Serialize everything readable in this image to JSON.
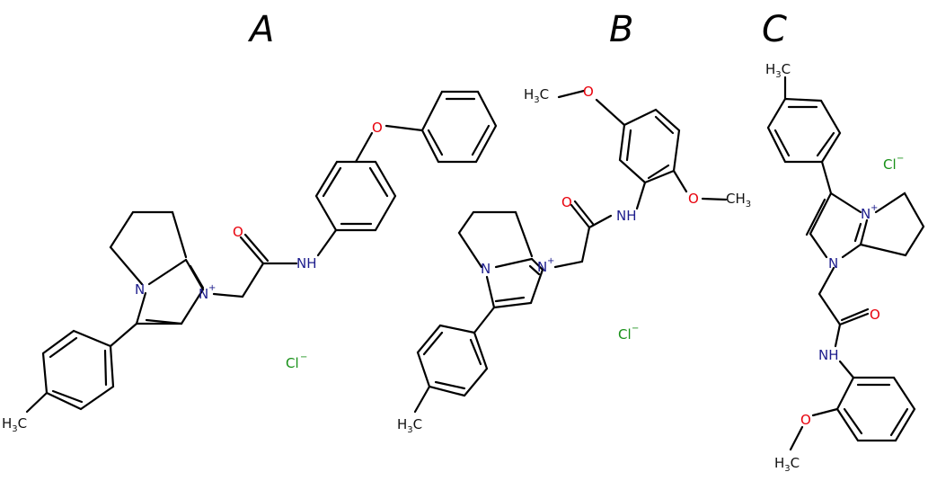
{
  "panels": [
    {
      "label": "A"
    },
    {
      "label": "B"
    },
    {
      "label": "C"
    }
  ],
  "atoms": {
    "nitrogen": "N",
    "nitrogen_plus": "+",
    "amide_nh": "NH",
    "oxygen": "O",
    "methyl": "H3C",
    "methyl_right": "CH3",
    "chloride": "Cl",
    "minus": "−"
  },
  "colors": {
    "nitrogen": "#1c1c8c",
    "oxygen": "#e8000b",
    "chlorine": "#179017",
    "bond": "#000000"
  }
}
